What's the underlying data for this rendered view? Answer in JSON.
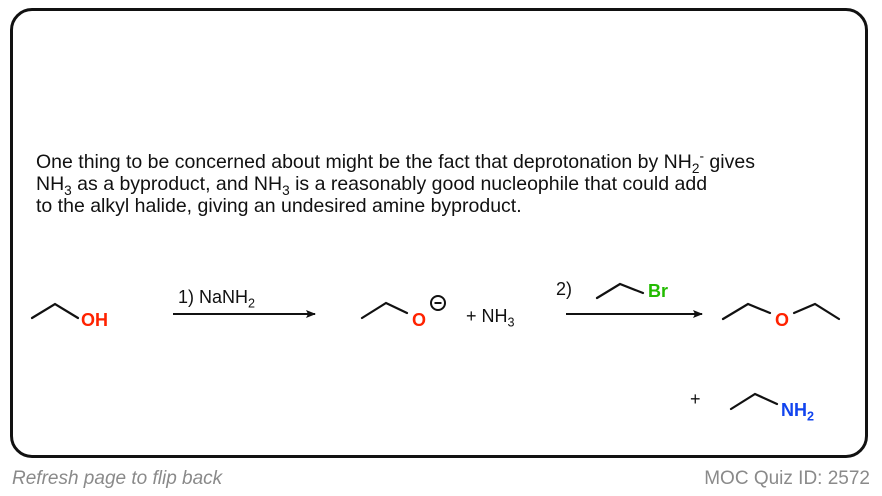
{
  "paragraph": {
    "line1_pre": "One thing to be concerned about might be the fact that deprotonation by NH",
    "line1_sub": "2",
    "line1_sup": "-",
    "line1_post": " gives",
    "line2_pre": "NH",
    "line2_sub1": "3",
    "line2_mid": " as a byproduct, and NH",
    "line2_sub2": "3",
    "line2_post": " is a reasonably good nucleophile that could add",
    "line3": "to the alkyl halide, giving an undesired amine byproduct."
  },
  "scheme": {
    "ethanol_label": "OH",
    "step1_prefix": "1) NaNH",
    "step1_sub": "2",
    "ethoxide_label": "O",
    "ethoxide_charge": "−",
    "plus_nh3_prefix": "+ NH",
    "plus_nh3_sub": "3",
    "step2_label": "2)",
    "bromide_label": "Br",
    "ether_label": "O",
    "plus_amine": "+",
    "amine_label": "NH",
    "amine_sub": "2"
  },
  "colors": {
    "oxygen": "#ff2200",
    "nitrogen": "#1144ee",
    "bromine": "#22bb00",
    "footer_text": "#8a8a8a",
    "border": "#111111"
  },
  "footer": {
    "left_text": "Refresh page to flip back",
    "right_text": "MOC Quiz ID: 2572"
  }
}
